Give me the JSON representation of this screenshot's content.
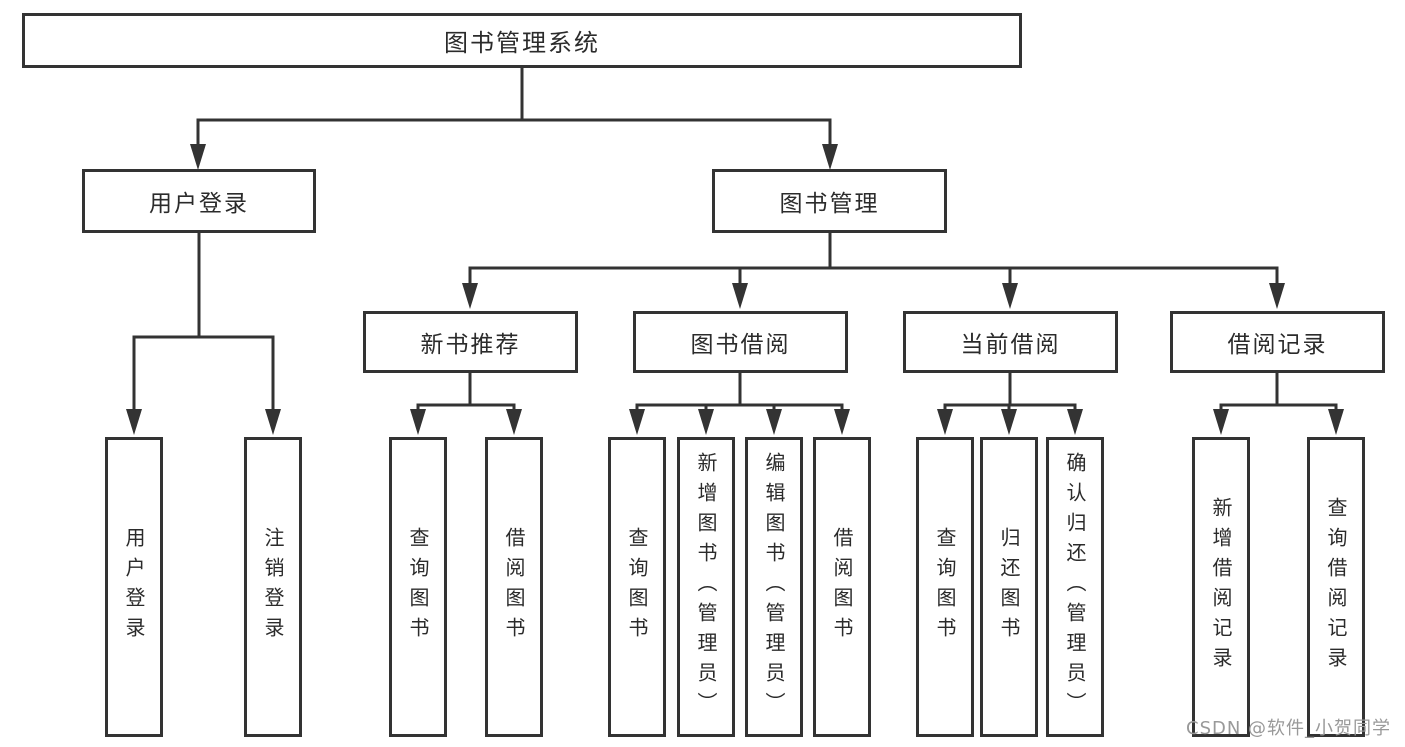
{
  "diagram": {
    "nodes": {
      "root": "图书管理系统",
      "level2": [
        "用户登录",
        "图书管理"
      ],
      "level3": [
        "新书推荐",
        "图书借阅",
        "当前借阅",
        "借阅记录"
      ],
      "leaves_user": [
        "用户登录",
        "注销登录"
      ],
      "leaves_new_book": [
        "查询图书",
        "借阅图书"
      ],
      "leaves_borrow": [
        "查询图书",
        "新增图书（管理员）",
        "编辑图书（管理员）",
        "借阅图书"
      ],
      "leaves_current": [
        "查询图书",
        "归还图书",
        "确认归还（管理员）"
      ],
      "leaves_records": [
        "新增借阅记录",
        "查询借阅记录"
      ]
    }
  },
  "watermark": {
    "text": "CSDN @软件_小贺同学"
  },
  "colors": {
    "line": "#333333",
    "box_border": "#333333",
    "text": "#2b2b2b",
    "watermark": "#999999",
    "background": "#ffffff"
  }
}
